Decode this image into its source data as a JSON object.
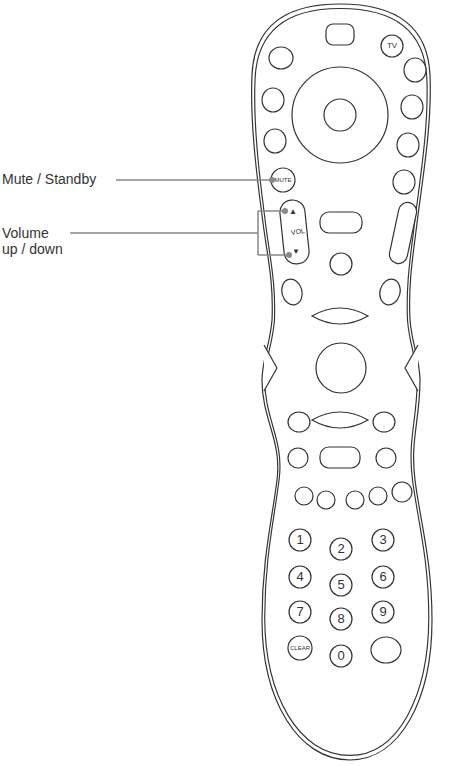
{
  "diagram": {
    "labels": [
      "Mute / Standby",
      "Volume up / down",
      "TV",
      "MUTE",
      "VOL",
      "▲",
      "▼",
      "1",
      "2",
      "3",
      "4",
      "5",
      "6",
      "7",
      "8",
      "9",
      "0",
      "CLEAR"
    ]
  }
}
